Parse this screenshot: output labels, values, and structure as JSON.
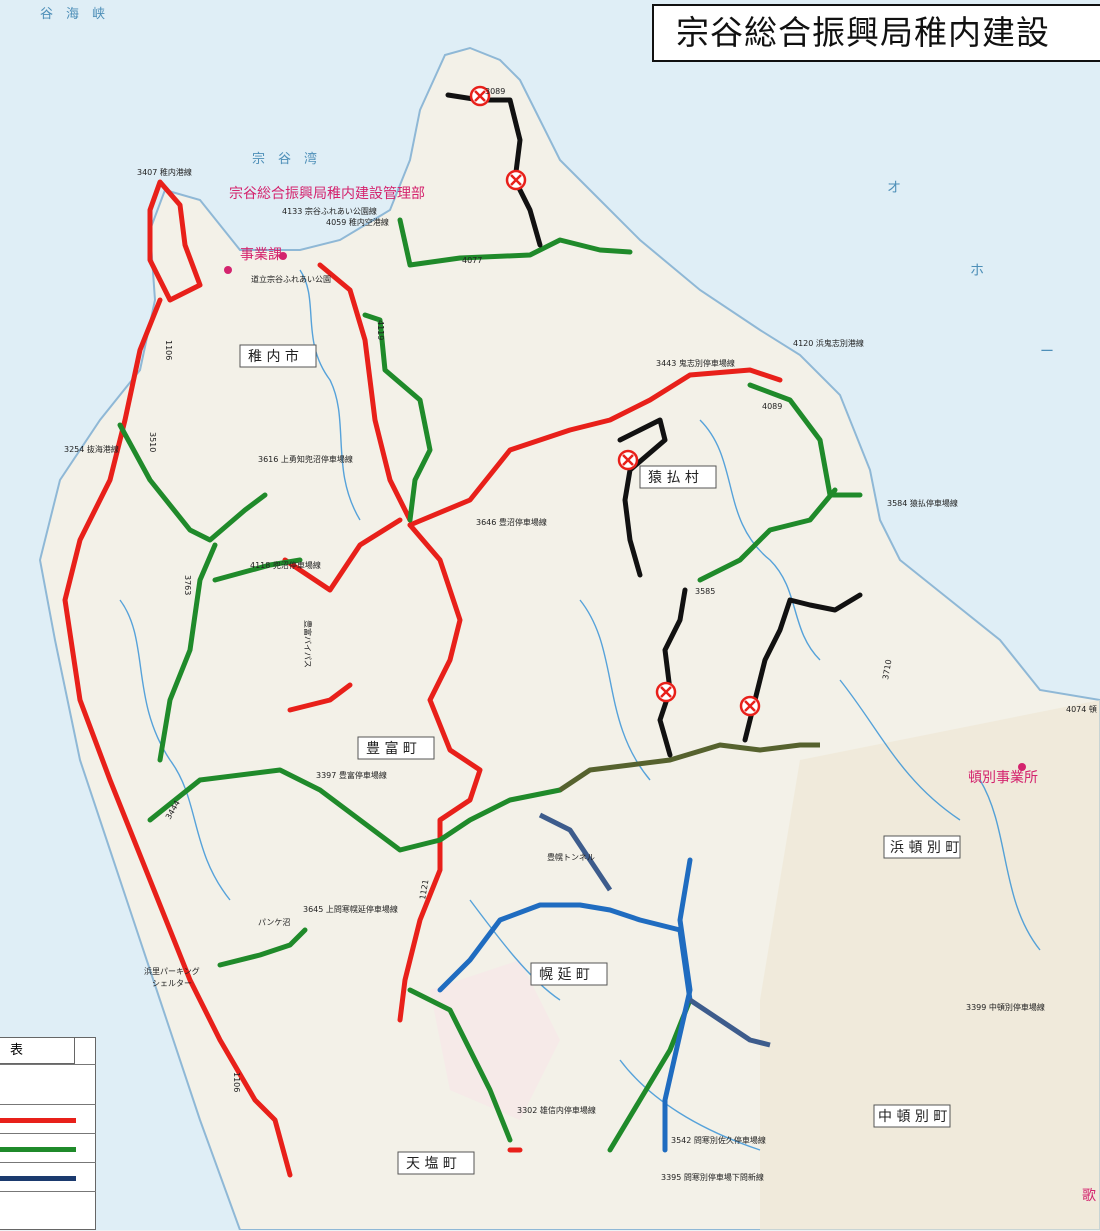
{
  "title": "宗谷総合振興局稚内建設",
  "legend": {
    "header": "表",
    "rows": [
      {
        "color": ""
      },
      {
        "color": "#e8201a"
      },
      {
        "color": "#1f8a2a"
      },
      {
        "color": "#1b3a6e"
      },
      {
        "color": ""
      }
    ]
  },
  "colors": {
    "sea": "#dfeef6",
    "land": "#f3f1e8",
    "red_route": "#e8201a",
    "green_route": "#1f8a2a",
    "black_route": "#111111",
    "olive_route": "#56622e",
    "blue_route": "#1f6cc0",
    "navy_route": "#3d5c8c",
    "river": "#2e8fd6",
    "label_pink": "#d4246e"
  },
  "labels": {
    "office_main": "宗谷総合振興局稚内建設管理部",
    "jigyoka": "事業課",
    "hamatonbetsu_office": "頓別事業所",
    "edge_right": "歌",
    "towns": {
      "wakkanai": "稚 内 市",
      "sarufutsu": "猿 払 村",
      "toyotomi": "豊 富 町",
      "horonobe": "幌 延 町",
      "teshio": "天 塩 町",
      "hamatonbetsu": "浜 頓 別 町",
      "nakatonbetsu": "中 頓 別 町"
    },
    "sea": {
      "soya_strait": "谷　海　峡",
      "soya_bay": "宗　谷　湾",
      "okhotsk_o": "オ",
      "okhotsk_ho": "ホ",
      "okhotsk_dash": "ー"
    },
    "routes": {
      "r3407": "3407 稚内港線",
      "r4133": "4133 宗谷ふれあい公園線",
      "r4059": "4059 稚内空港線",
      "r4077": "4077",
      "r3089": "3089",
      "r4120": "4120 浜鬼志別港線",
      "r3443": "3443 鬼志別停車場線",
      "r4089": "4089",
      "r3254": "3254 抜海港線",
      "r3616": "3616 上勇知兜沼停車場線",
      "r3646": "3646 豊沼停車場線",
      "r3584": "3584 猿払停車場線",
      "r4118": "4118 兜沼停車場線",
      "r3585": "3585",
      "r3710": "3710",
      "r4074": "4074 頓",
      "r3397": "3397 豊富停車場線",
      "r3444": "3444",
      "r3645": "3645 上問寒幌延停車場線",
      "r3399": "3399 中頓別停車場線",
      "r3302": "3302 雄信内停車場線",
      "r3542": "3542 問寒別佐久停車場線",
      "r3395": "3395 問寒別停車場下問新線",
      "r1121": "1121",
      "r1106a": "1106",
      "r1106b": "1106",
      "r3763": "3763",
      "r3510": "3510",
      "r4119": "4119"
    },
    "places": {
      "toyotomi_bypass": "豊富バイパス",
      "horonobe_tunnel": "豊幌トンネル",
      "hamasato_parking": "浜里パーキング",
      "shelter": "シェルター",
      "park": "道立宗谷ふれあい公園",
      "ponds": "パンケ沼"
    }
  }
}
